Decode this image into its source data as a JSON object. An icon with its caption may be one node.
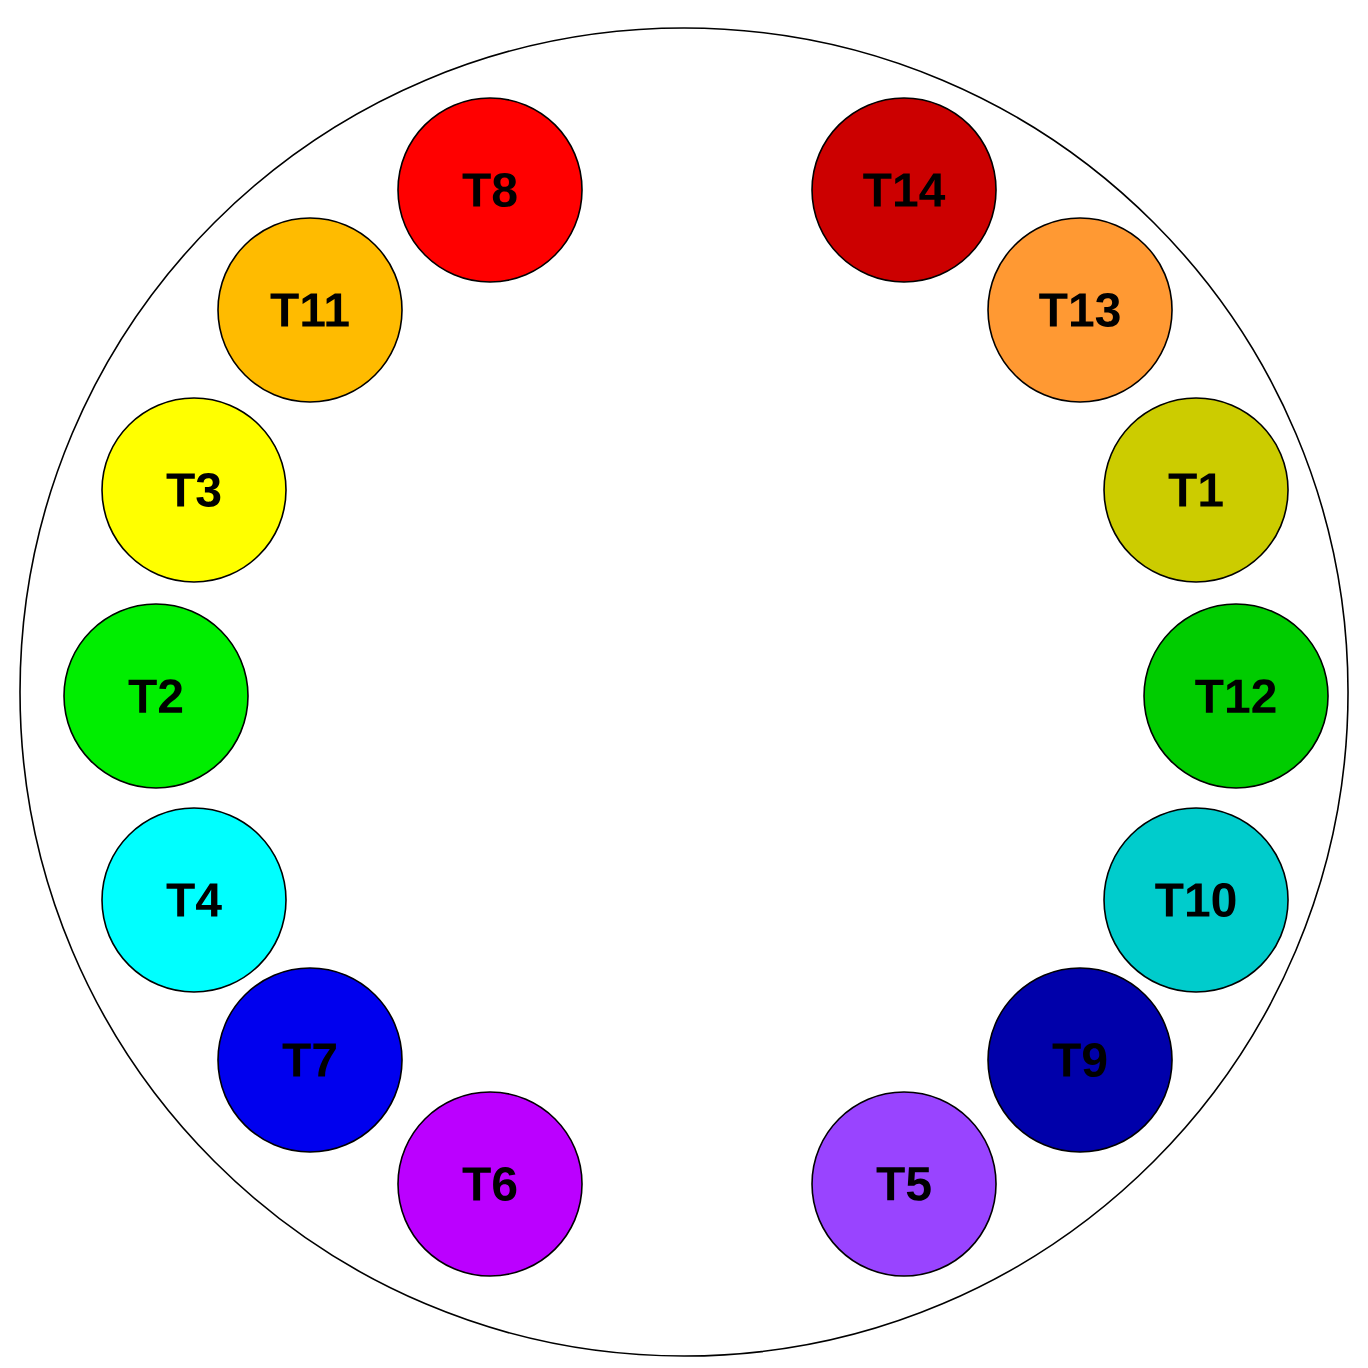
{
  "diagram": {
    "nodes": [
      {
        "text": [],
        "shape": "circle"
      },
      {
        "text": [
          "T8"
        ],
        "in": 0
      },
      {
        "text": [
          "T14"
        ],
        "in": 0
      },
      {
        "text": [
          "T11"
        ],
        "in": 0
      },
      {
        "text": [
          "T13"
        ],
        "in": 0
      },
      {
        "text": [
          "T3"
        ],
        "in": 0
      },
      {
        "text": [
          "T1"
        ],
        "in": 0
      },
      {
        "text": [
          "T2"
        ],
        "in": 0
      },
      {
        "text": [
          "T12"
        ],
        "in": 0
      },
      {
        "text": [
          "T4"
        ],
        "in": 0
      },
      {
        "text": [
          "T10"
        ],
        "in": 0
      },
      {
        "text": [
          "T7"
        ],
        "in": 0
      },
      {
        "text": [
          "T9"
        ],
        "in": 0
      },
      {
        "text": [
          "T6"
        ],
        "in": 0
      },
      {
        "text": [
          "T5"
        ],
        "in": 0
      }
    ]
  }
}
